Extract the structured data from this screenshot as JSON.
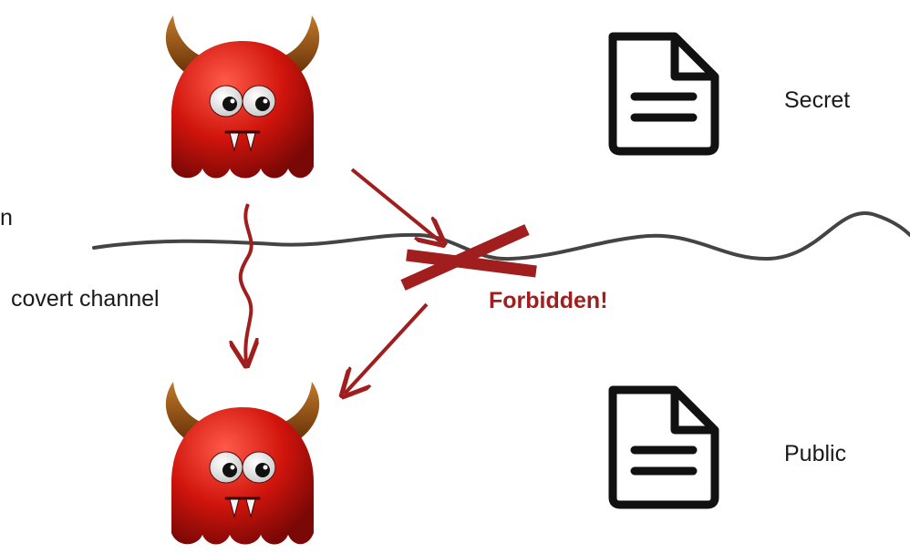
{
  "labels": {
    "secret": "Secret",
    "public": "Public",
    "covert_channel": "covert channel",
    "forbidden": "Forbidden!",
    "partial_left": "n"
  },
  "colors": {
    "arrow": "#a01e1e",
    "boundary_line": "#444444",
    "cross": "#a01e1e",
    "devil_body": "#c8160f",
    "devil_horn": "#8a4a10",
    "doc_stroke": "#111111",
    "text": "#1a1a1a"
  },
  "icons": {
    "document": "document-icon",
    "devil": "devil-icon"
  }
}
